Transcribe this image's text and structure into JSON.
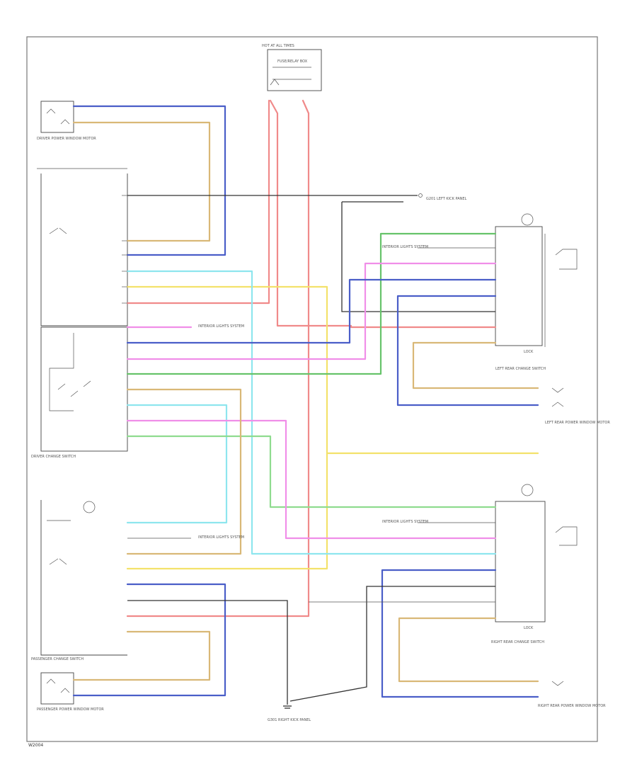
{
  "colors": {
    "blue": "#4a5ec8",
    "tan": "#d9b877",
    "red": "#f08a8a",
    "yellow": "#f3e26b",
    "cyan": "#8ee6ee",
    "green": "#66c36a",
    "pink": "#f08ee8",
    "ltgreen": "#8fdc8f",
    "black": "#444444"
  },
  "labels": {
    "footer_code": "W2004",
    "driver_switch": "DRIVER CHANGE SWITCH",
    "passenger_switch": "PASSENGER CHANGE SWITCH",
    "left_rear_switch": "LEFT REAR CHANGE SWITCH",
    "right_rear_switch": "RIGHT REAR CHANGE SWITCH",
    "driver_motor": "DRIVER POWER WINDOW MOTOR",
    "passenger_motor": "PASSENGER POWER WINDOW MOTOR",
    "left_rear_motor": "LEFT REAR POWER WINDOW MOTOR",
    "right_rear_motor": "RIGHT REAR POWER WINDOW MOTOR",
    "hot_at_all_times": "HOT AT ALL TIMES",
    "junction_box": "FUSE/RELAY BOX",
    "ground_top": "G201 LEFT KICK PANEL",
    "ground_bottom": "G301 RIGHT KICK PANEL",
    "interior_lights": "INTERIOR LIGHTS SYSTEM",
    "lock": "LOCK"
  }
}
